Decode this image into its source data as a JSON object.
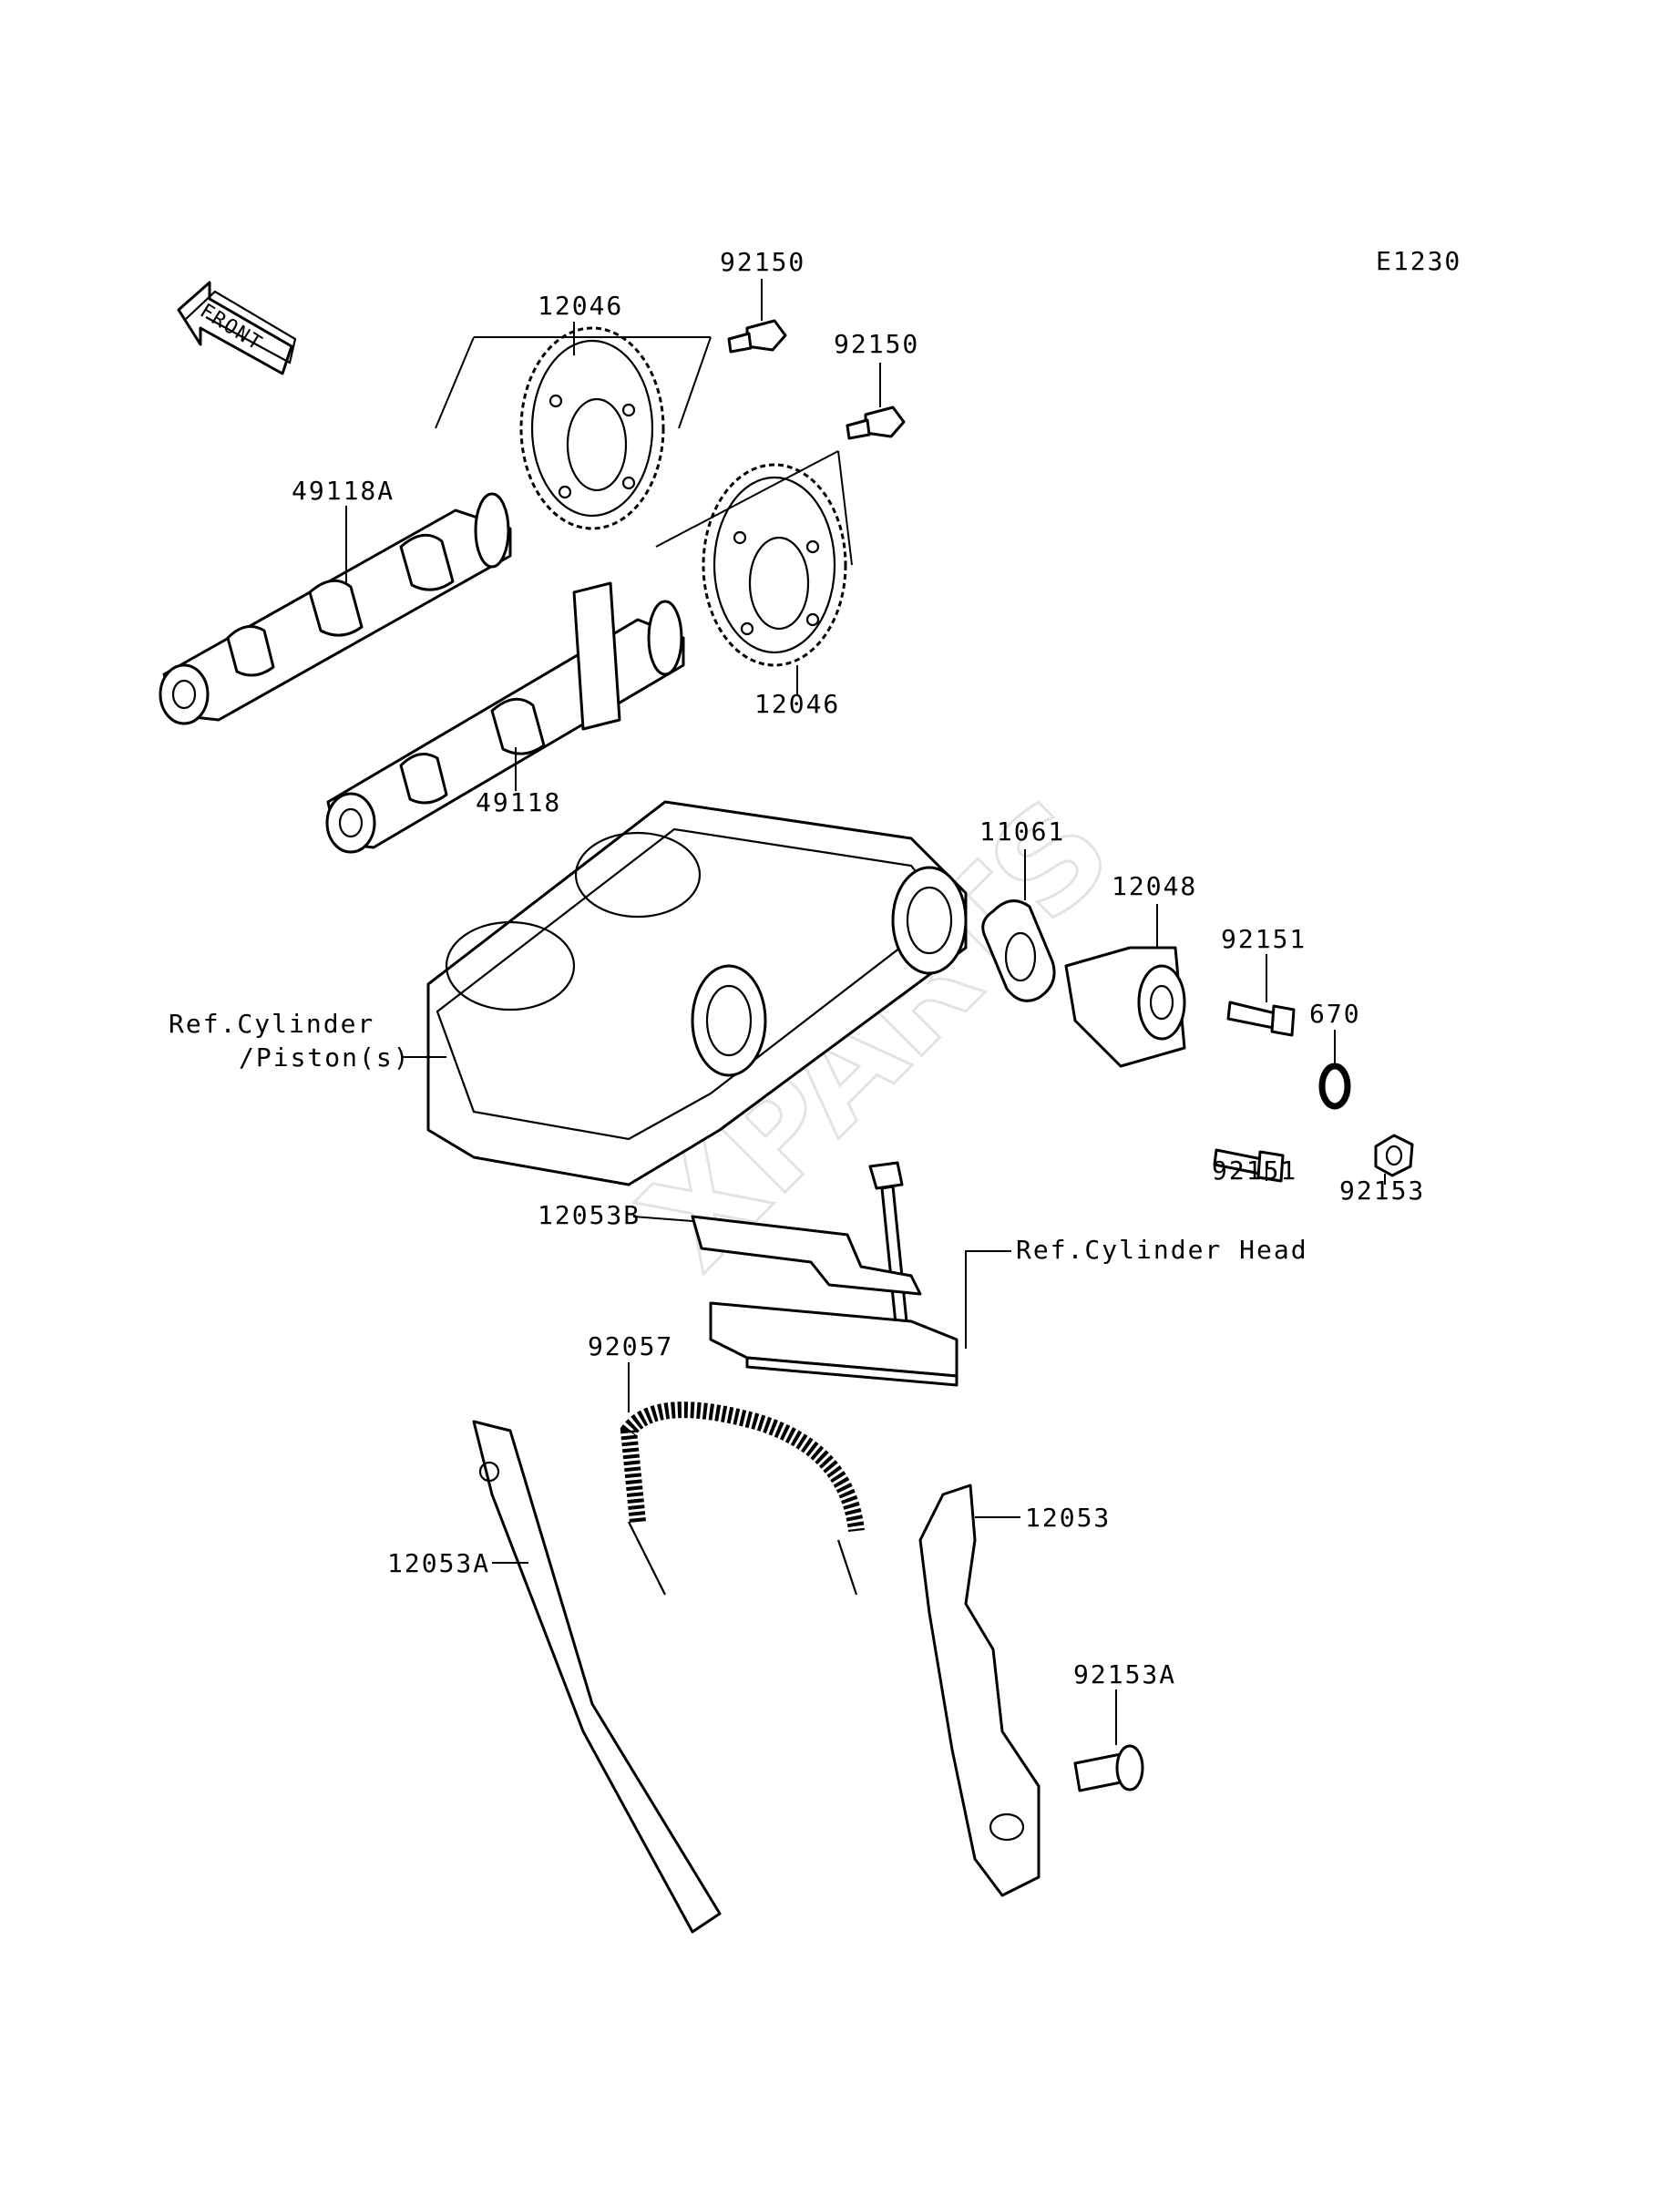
{
  "diagram_code": "E1230",
  "front_arrow_label": "FRONT",
  "watermark": "XPARTS",
  "labels": {
    "bolt_top": "92150",
    "bolt_second": "92150",
    "sprocket_upper": "12046",
    "sprocket_lower": "12046",
    "camshaft_exhaust": "49118A",
    "camshaft_intake": "49118",
    "gasket": "11061",
    "tensioner": "12048",
    "bolt_tensioner_upper": "92151",
    "bolt_tensioner_lower": "92151",
    "oring": "670",
    "cap_bolt": "92153",
    "ref_cylinder_line1": "Ref.Cylinder",
    "ref_cylinder_line2": "/Piston(s)",
    "guide_upper": "12053B",
    "ref_cylinder_head": "Ref.Cylinder Head",
    "chain": "92057",
    "guide_front": "12053A",
    "guide_rear": "12053",
    "pivot_bolt": "92153A"
  }
}
